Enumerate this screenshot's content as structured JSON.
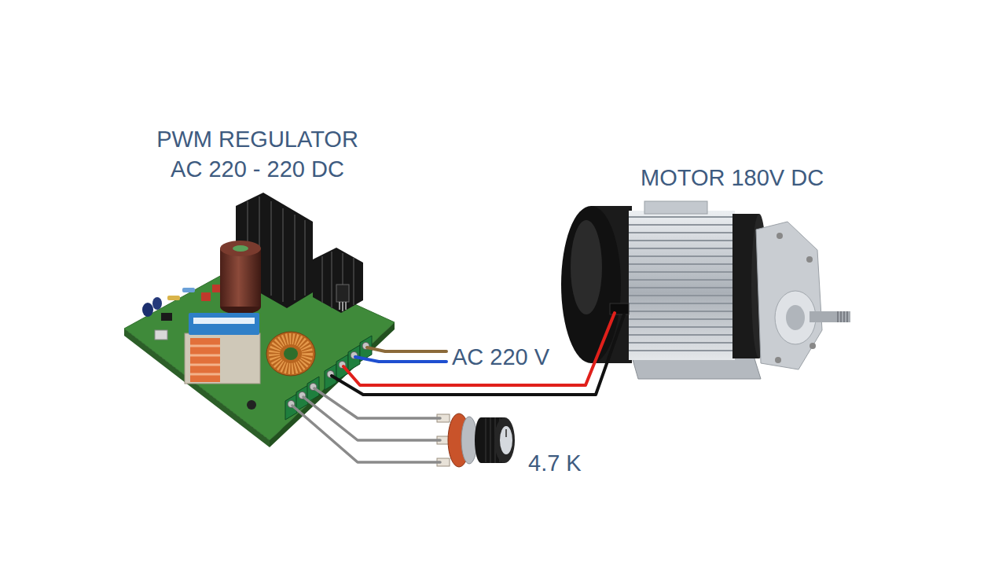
{
  "diagram": {
    "nodes": [
      {
        "text": [
          "PWM REGULATOR AC 220 - 220 DC"
        ]
      },
      {
        "text": [
          "MOTOR 180V DC"
        ]
      },
      {
        "text": [
          "4.7 K"
        ]
      }
    ],
    "edges": [
      {
        "from": 0,
        "to": 1,
        "arrow": "none"
      },
      {
        "from": 0,
        "to": 1,
        "arrow": "none"
      },
      {
        "from": 0,
        "to": 2,
        "arrow": "none"
      },
      {
        "from": 0,
        "to": 2,
        "arrow": "none"
      },
      {
        "from": 0,
        "to": 2,
        "arrow": "none"
      }
    ],
    "labels": [
      "AC 220 V"
    ]
  }
}
